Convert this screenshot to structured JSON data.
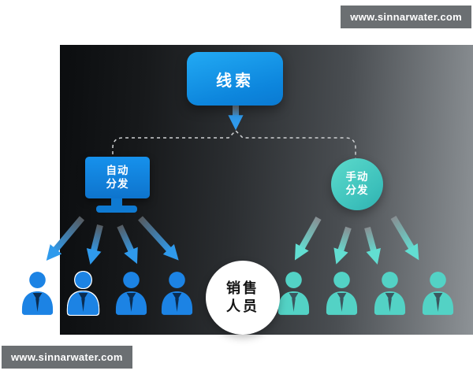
{
  "watermarks": {
    "top_right": "www.sinnarwater.com",
    "bottom_left": "www.sinnarwater.com"
  },
  "diagram": {
    "root": {
      "label": "线索"
    },
    "branches": {
      "auto": {
        "label": "自动\n分发"
      },
      "manual": {
        "label": "手动\n分发"
      }
    },
    "center": {
      "label": "销售\n人员"
    },
    "groups": {
      "left": {
        "count": 4,
        "color": "#1c83e4"
      },
      "right": {
        "count": 4,
        "color": "#53d2c5"
      }
    }
  },
  "colors": {
    "root_node_blue": "#0d86dd",
    "auto_node_blue": "#1187e8",
    "manual_node_teal": "#3cc0bb",
    "sales_node_bg": "#ffffff",
    "board_dark": "#17191b",
    "board_light": "#8d9296",
    "watermark_bg": "#6b6f72",
    "dashed_line": "#cfd1d3"
  }
}
